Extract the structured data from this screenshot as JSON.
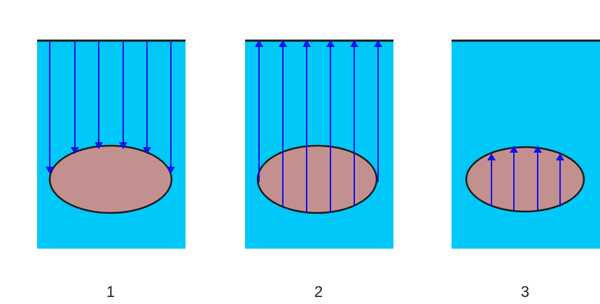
{
  "colors": {
    "water": "#00c8f8",
    "object_fill": "#c39090",
    "object_outline": "#1a1a1a",
    "arrow": "#1010ee",
    "surface_line": "#1a1a1a"
  },
  "icons": [
    "arrow-down-icon",
    "arrow-up-icon"
  ],
  "panels": [
    {
      "label": "1",
      "arrow_direction": "down",
      "arrow_count": 6
    },
    {
      "label": "2",
      "arrow_direction": "up",
      "arrow_count": 6
    },
    {
      "label": "3",
      "arrow_direction": "up",
      "arrow_count": 4
    }
  ]
}
